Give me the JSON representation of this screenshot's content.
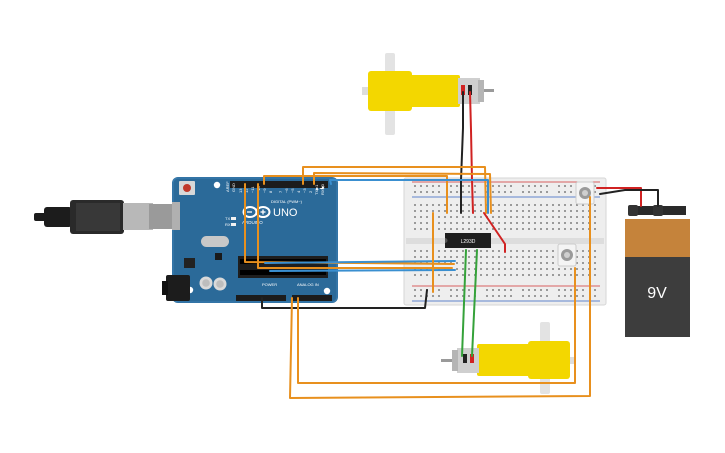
{
  "arduino": {
    "brand": "ARDUINO",
    "model": "UNO",
    "digital_label": "DIGITAL (PWM~)",
    "power_label": "POWER",
    "analog_label": "ANALOG IN",
    "tx_label": "TX",
    "rx_label": "RX",
    "aref_label": "AREF",
    "gnd_label": "GND",
    "pin_13": "13",
    "pin_12": "12",
    "pin_11": "~11",
    "pin_10": "~10",
    "pin_9": "~9",
    "pin_8": "8",
    "pin_7": "7",
    "pin_6": "~6",
    "pin_5": "~5",
    "pin_4": "4",
    "pin_3": "~3",
    "pin_2": "2",
    "pin_1": "TX▶1",
    "pin_0": "RX◀0"
  },
  "chip": {
    "label": "L293D"
  },
  "battery": {
    "label": "9V"
  },
  "colors": {
    "board": "#2b6a99",
    "motor": "#f3d700",
    "wire_orange": "#e8901e",
    "wire_blue": "#3a8fd0",
    "wire_green": "#35a23a",
    "wire_red": "#d02222",
    "wire_black": "#222222",
    "battery_top": "#c5833b",
    "battery_body": "#3d3d3d"
  }
}
